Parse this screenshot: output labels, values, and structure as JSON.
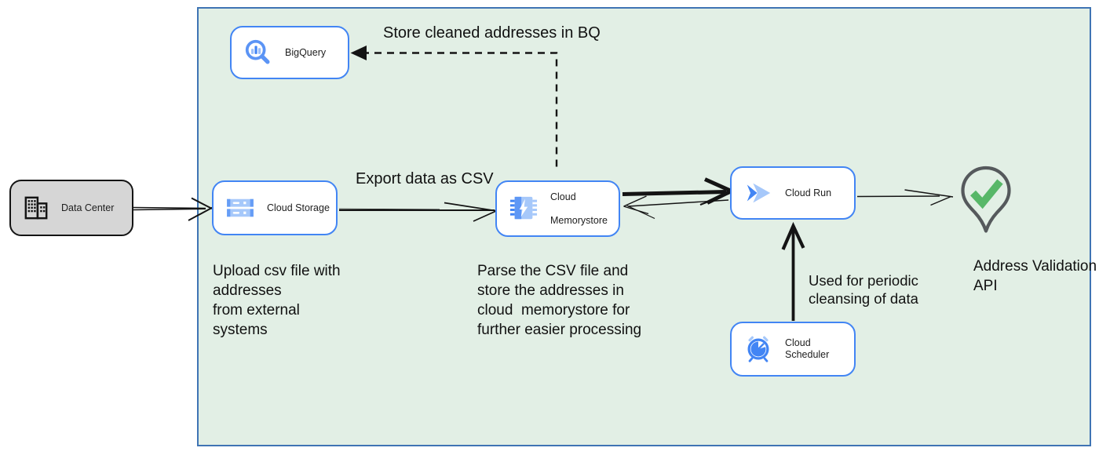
{
  "nodes": {
    "data_center": {
      "label": "Data Center"
    },
    "bigquery": {
      "label": "BigQuery"
    },
    "cloud_storage": {
      "label": "Cloud Storage"
    },
    "cloud_memorystore": {
      "line1": "Cloud",
      "line2": "Memorystore"
    },
    "cloud_run": {
      "label": "Cloud Run"
    },
    "cloud_scheduler": {
      "label": "Cloud Scheduler"
    },
    "address_validation": {
      "line1": "Address Validation",
      "line2": "API"
    }
  },
  "edge_labels": {
    "store_bq": "Store cleaned addresses in BQ",
    "export_csv": "Export data as CSV",
    "periodic": {
      "line1": "Used for periodic",
      "line2": "cleansing of data"
    }
  },
  "annotations": {
    "upload": {
      "line1": "Upload csv file with",
      "line2": "addresses",
      "line3": "from external",
      "line4": "systems"
    },
    "parse": {
      "line1": "Parse the CSV file and",
      "line2": "store the addresses in",
      "line3": "cloud  memorystore for",
      "line4": "further easier processing"
    }
  },
  "colors": {
    "boundary_fill": "#e2efe5",
    "boundary_border": "#3f74b4",
    "node_border_blue": "#4285f4",
    "icon_blue": "#4285f4",
    "icon_blue_light": "#a6c8fa",
    "datacenter_fill": "#d6d6d6",
    "edge_black": "#141414",
    "pin_gray": "#55595c",
    "check_green": "#57b768"
  }
}
